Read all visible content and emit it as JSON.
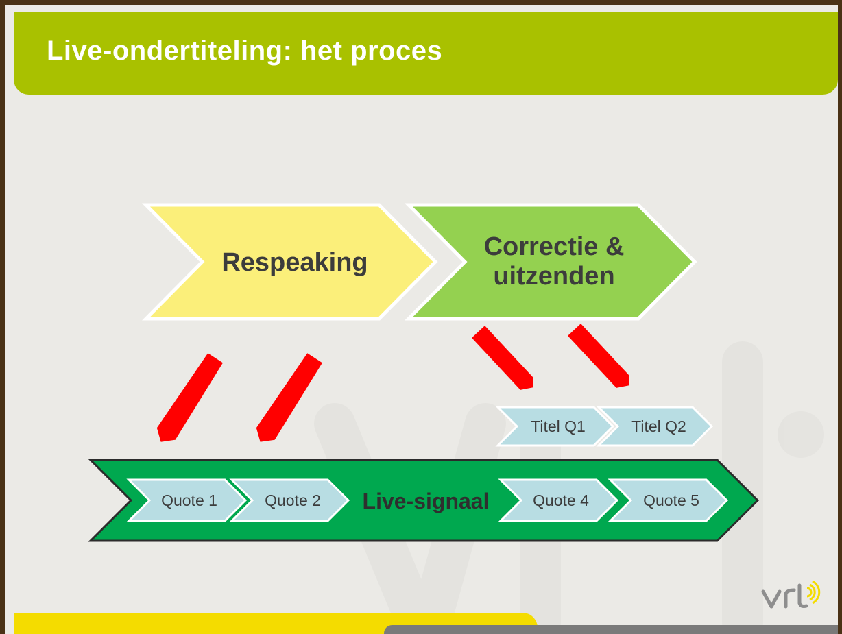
{
  "slide": {
    "title": "Live-ondertiteling: het proces"
  },
  "stages": [
    {
      "label": "Respeaking",
      "color": "#fbef7a"
    },
    {
      "label_lines": [
        "Correctie &",
        "uitzenden"
      ],
      "color": "#94d150"
    }
  ],
  "signal": {
    "label": "Live-signaal",
    "color": "#00a84f",
    "quotes": [
      "Quote 1",
      "Quote 2",
      "Quote 4",
      "Quote 5"
    ]
  },
  "titles": [
    "Titel Q1",
    "Titel Q2"
  ],
  "colors": {
    "header": "#a9c100",
    "chip": "#b8dde3",
    "arrow": "#ff0000",
    "footer_yellow": "#f4dc00",
    "footer_gray": "#7a7a7a"
  },
  "logo": {
    "text": "vrt"
  }
}
